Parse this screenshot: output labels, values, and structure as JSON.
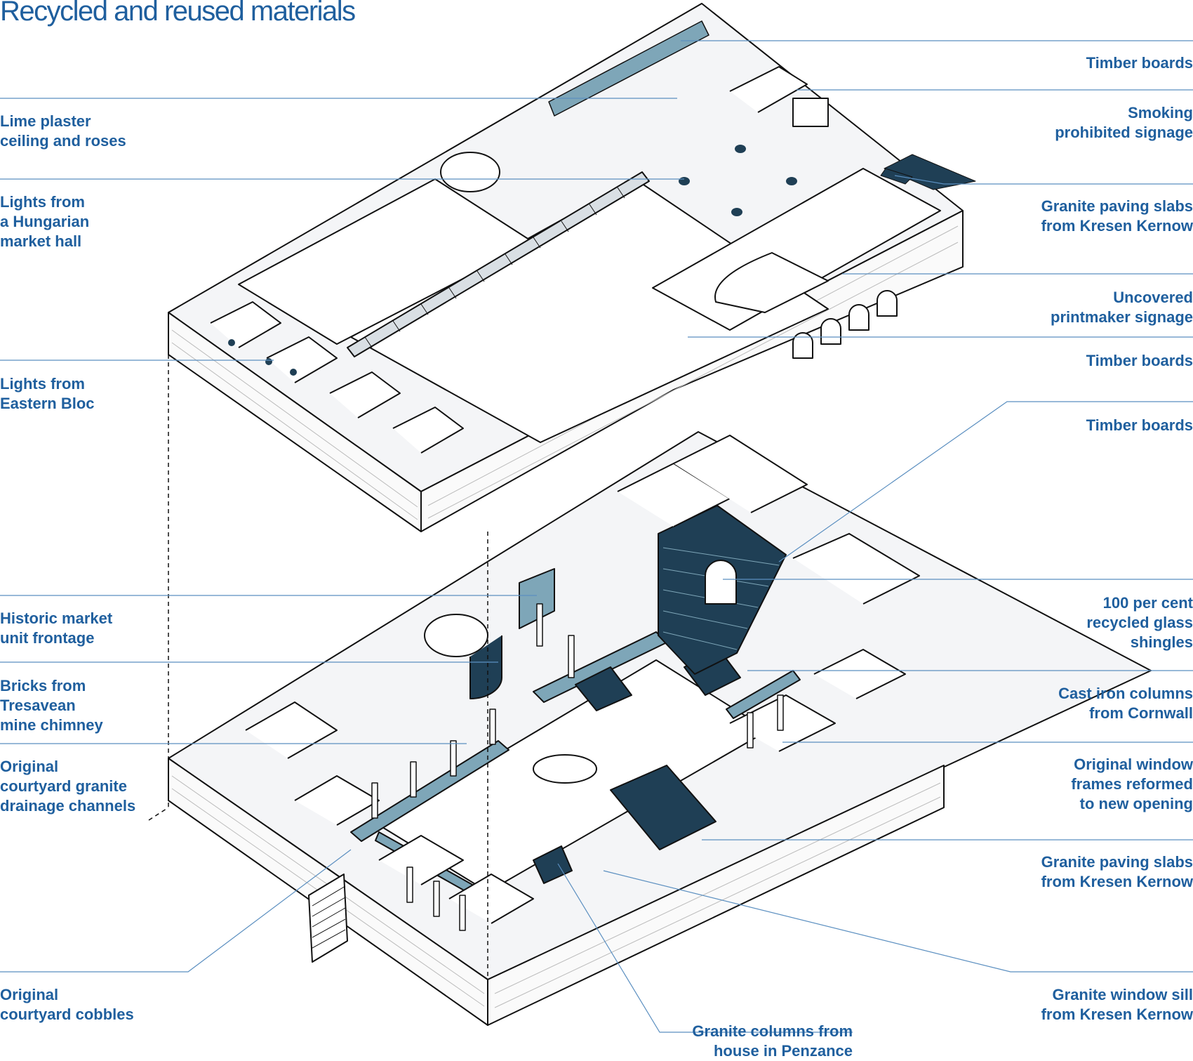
{
  "title": "Recycled and reused materials",
  "colors": {
    "text": "#1f5f9e",
    "leader": "#5b8fc0",
    "accent": "#7ea6b8",
    "dark": "#1f3f55",
    "line": "#111111"
  },
  "labels": {
    "timber_boards_1": "Timber boards",
    "smoking_signage": [
      "Smoking",
      "prohibited signage"
    ],
    "granite_paving_1": [
      "Granite paving slabs",
      "from Kresen Kernow"
    ],
    "printmaker_signage": [
      "Uncovered",
      "printmaker signage"
    ],
    "timber_boards_2": "Timber boards",
    "timber_boards_3": "Timber boards",
    "glass_shingles": [
      "100 per cent",
      "recycled glass",
      "shingles"
    ],
    "cast_iron_columns": [
      "Cast iron columns",
      "from Cornwall"
    ],
    "window_frames": [
      "Original window",
      "frames reformed",
      "to new opening"
    ],
    "granite_paving_2": [
      "Granite paving slabs",
      "from Kresen Kernow"
    ],
    "granite_window_sill": [
      "Granite window sill",
      "from Kresen Kernow"
    ],
    "lime_plaster": [
      "Lime plaster",
      "ceiling and roses"
    ],
    "lights_hungarian": [
      "Lights from",
      "a Hungarian",
      "market hall"
    ],
    "lights_eastern": [
      "Lights from",
      "Eastern Bloc"
    ],
    "market_frontage": [
      "Historic market",
      "unit frontage"
    ],
    "bricks_tresavean": [
      "Bricks from",
      "Tresavean",
      "mine chimney"
    ],
    "drainage_channels": [
      "Original",
      "courtyard granite",
      "drainage channels"
    ],
    "courtyard_cobbles": [
      "Original",
      "courtyard cobbles"
    ],
    "granite_columns": [
      "Granite columns from",
      "house in Penzance"
    ]
  }
}
